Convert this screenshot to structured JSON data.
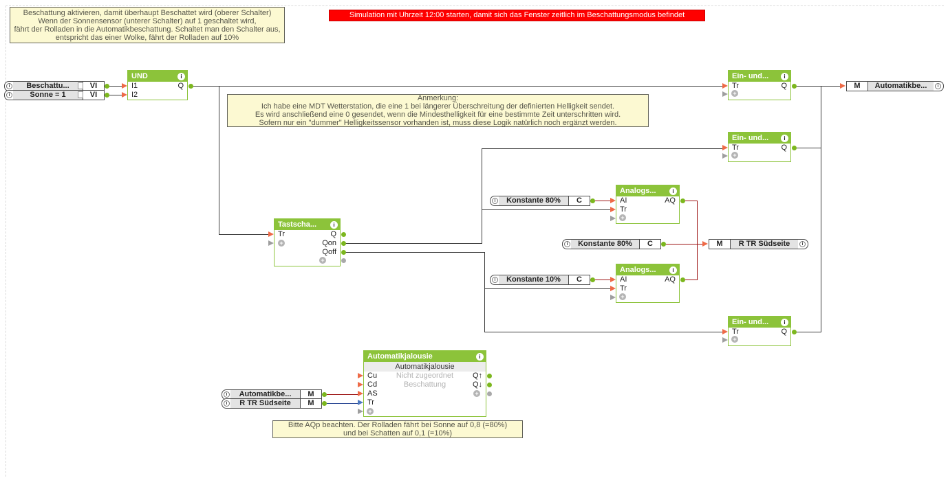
{
  "notes": {
    "instruction": {
      "lines": [
        "Beschattung aktivieren, damit überhaupt Beschattet wird (oberer Schalter)",
        "Wenn der Sonnensensor (unterer Schalter) auf 1 geschaltet wird,",
        "fährt der Rolladen in die Automatikbeschattung. Schaltet man den Schalter aus,",
        "entspricht das einer Wolke, fährt der Rolladen auf 10%"
      ]
    },
    "warning": "Simulation mit Uhrzeit 12:00 starten, damit sich das Fenster zeitlich im Beschattungsmodus befindet",
    "remark": {
      "lines": [
        "Anmerkung:",
        "Ich habe eine MDT Wetterstation, die eine 1 bei längerer Überschreitung der definierten Helligkeit sendet.",
        "Es wird anschließend eine 0 gesendet, wenn die Mindesthelligkeit für eine bestimmte Zeit unterschritten wird.",
        "Sofern nur ein \"dummer\" Helligkeitssensor vorhanden ist, muss diese Logik natürlich noch ergänzt werden."
      ]
    },
    "hint": {
      "lines": [
        "Bitte AQp beachten. Der Rolladen fährt bei Sonne auf 0,8 (=80%)",
        "und bei Schatten auf 0,1 (=10%)"
      ]
    }
  },
  "pills": {
    "beschattung_vi": {
      "label": "Beschattu...",
      "type": "VI"
    },
    "sonne_vi": {
      "label": "Sonne = 1",
      "type": "VI"
    },
    "konstante80_a": {
      "label": "Konstante 80%",
      "type": "C"
    },
    "konstante80_b": {
      "label": "Konstante 80%",
      "type": "C"
    },
    "konstante10": {
      "label": "Konstante 10%",
      "type": "C"
    },
    "automatikbe_in": {
      "label": "Automatikbe...",
      "type": "M"
    },
    "rtr_suedseite_in": {
      "label": "R TR Südseite",
      "type": "M"
    },
    "automatikbe_out": {
      "label": "Automatikbe...",
      "type": "M"
    },
    "rtr_suedseite_out": {
      "label": "R TR Südseite",
      "type": "M"
    }
  },
  "blocks": {
    "und": {
      "title": "UND",
      "rows": [
        {
          "l": "I1",
          "r": "Q"
        },
        {
          "l": "I2",
          "r": ""
        }
      ]
    },
    "tastschalter": {
      "title": "Tastscha...",
      "rows": [
        {
          "l": "Tr",
          "r": "Q"
        },
        {
          "l": "",
          "r": "Qon"
        },
        {
          "l": "",
          "r": "Qoff"
        }
      ]
    },
    "analog1": {
      "title": "Analogs...",
      "rows": [
        {
          "l": "AI",
          "r": "AQ"
        },
        {
          "l": "Tr",
          "r": ""
        }
      ]
    },
    "analog2": {
      "title": "Analogs...",
      "rows": [
        {
          "l": "AI",
          "r": "AQ"
        },
        {
          "l": "Tr",
          "r": ""
        }
      ]
    },
    "einund1": {
      "title": "Ein- und...",
      "rows": [
        {
          "l": "Tr",
          "r": "Q"
        }
      ]
    },
    "einund2": {
      "title": "Ein- und...",
      "rows": [
        {
          "l": "Tr",
          "r": "Q"
        }
      ]
    },
    "einund3": {
      "title": "Ein- und...",
      "rows": [
        {
          "l": "Tr",
          "r": "Q"
        }
      ]
    },
    "jalousie": {
      "title": "Automatikjalousie",
      "subtitle": "Automatikjalousie",
      "rows": [
        {
          "l": "Cu",
          "c": "Nicht zugeordnet",
          "r": "Q↑"
        },
        {
          "l": "Cd",
          "c": "Beschattung",
          "r": "Q↓"
        },
        {
          "l": "AS",
          "c": "",
          "r": ""
        },
        {
          "l": "Tr",
          "c": "",
          "r": ""
        }
      ]
    }
  },
  "colors": {
    "block_green": "#8cc33a",
    "port_green": "#7cb71e",
    "input_marker": "#ee6a47",
    "wire_black": "#3a3a3a",
    "wire_red": "#9b1111",
    "wire_blue": "#2d4a96",
    "note_bg": "#fcf9d2",
    "banner_bg": "#fe0000"
  }
}
